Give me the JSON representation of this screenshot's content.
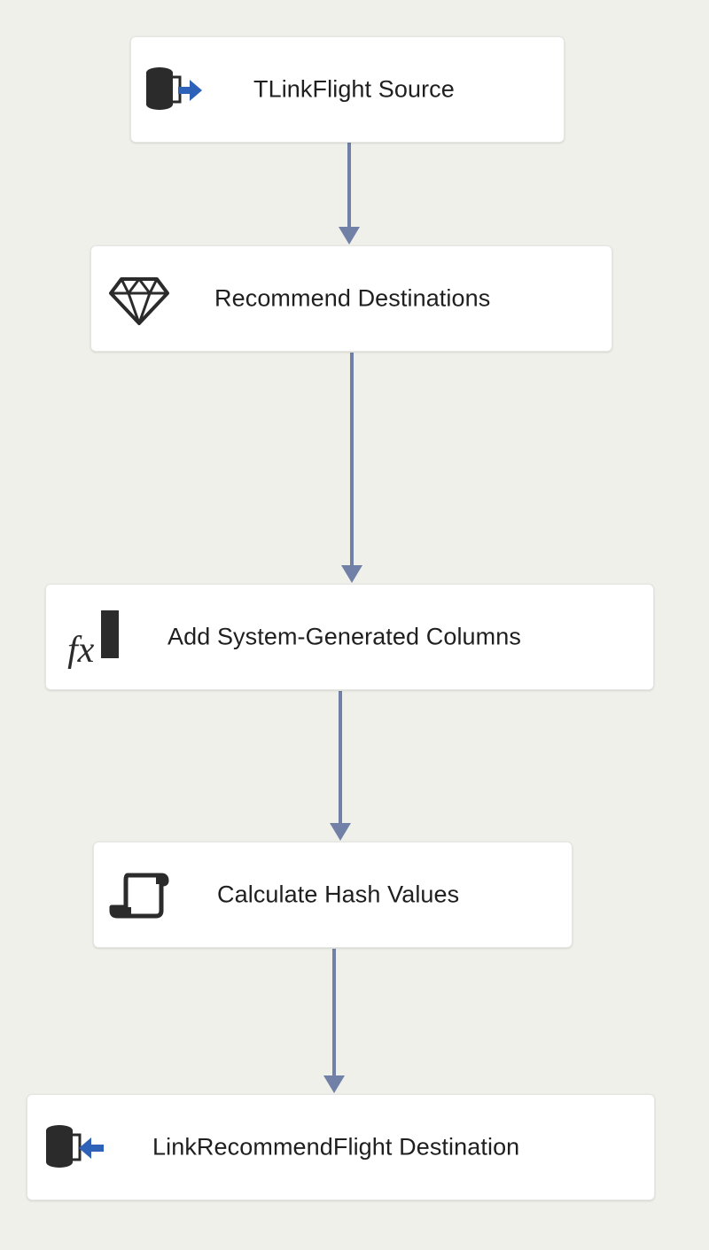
{
  "colors": {
    "canvas_background": "#f0f0ea",
    "node_background": "#ffffff",
    "connector": "#7080a6",
    "arrow_icon": "#2e62b8",
    "icon_dark": "#2b2b2b"
  },
  "flow": {
    "nodes": [
      {
        "id": "n1",
        "label": "TLinkFlight Source",
        "icon": "database-source-icon"
      },
      {
        "id": "n2",
        "label": "Recommend Destinations",
        "icon": "diamond-icon"
      },
      {
        "id": "n3",
        "label": "Add System-Generated Columns",
        "icon": "fx-derived-column-icon"
      },
      {
        "id": "n4",
        "label": "Calculate Hash Values",
        "icon": "script-component-icon"
      },
      {
        "id": "n5",
        "label": "LinkRecommendFlight Destination",
        "icon": "database-destination-icon"
      }
    ],
    "connectors": [
      {
        "from": "n1",
        "to": "n2"
      },
      {
        "from": "n2",
        "to": "n3"
      },
      {
        "from": "n3",
        "to": "n4"
      },
      {
        "from": "n4",
        "to": "n5"
      }
    ]
  }
}
